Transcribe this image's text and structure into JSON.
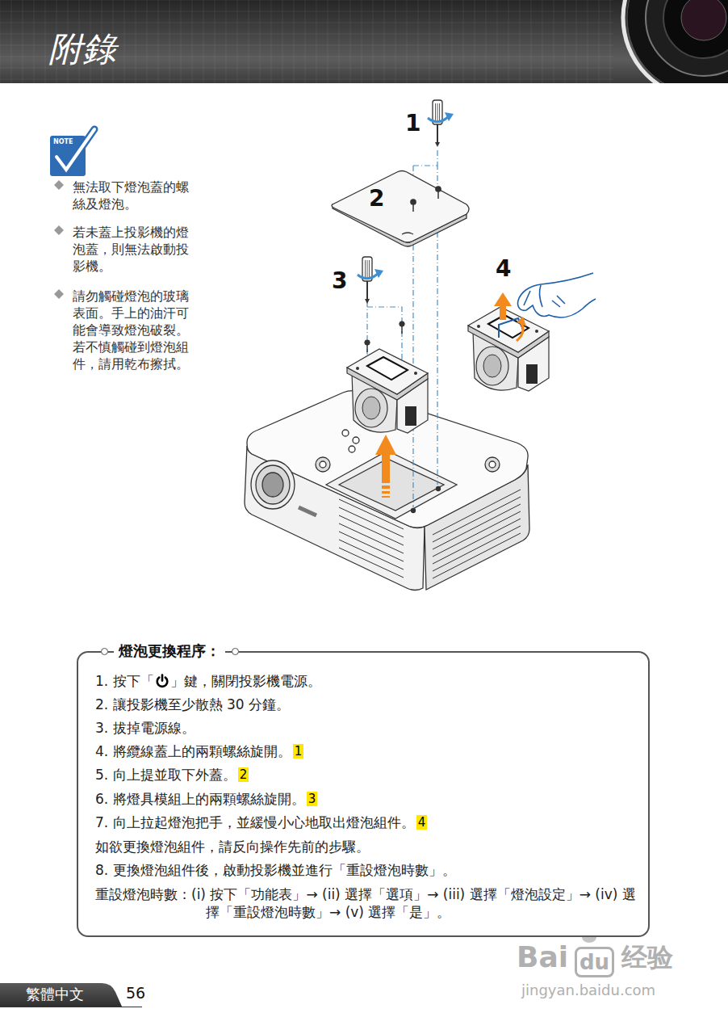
{
  "diagram": {
    "nodes": [
      {
        "text": [
          "附錄"
        ]
      },
      {
        "text": [
          "燈泡更換程序：",
          "1. 按下「",
          "」鍵，關閉投影機電源。",
          "2. 讓投影機至少散熱 30 分鐘。",
          "3. 拔掉電源線。",
          "4. 將纜線蓋上的兩顆螺絲旋開。",
          "5. 向上提並取下外蓋。",
          "6. 將燈具模組上的兩顆螺絲旋開。",
          "7. 向上拉起燈泡把手，並緩慢小心地取出燈泡組件。",
          "如欲更換燈泡組件，請反向操作先前的步驟。",
          "8. 更換燈泡組件後，啟動投影機並進行「重設燈泡時數」。",
          "重設燈泡時數：(i) 按下「功能表」→ (ii) 選擇「選項」→ (iii) 選擇「燈泡設定」→ (iv) 選擇「重設燈泡時數」→ (v) 選擇「是」。"
        ]
      },
      {
        "text": [
          "繁體中文"
        ]
      }
    ],
    "labels": [
      "1",
      "2",
      "3",
      "4",
      "NOTE",
      "無法取下燈泡蓋的螺絲及燈泡。",
      "若未蓋上投影機的燈泡蓋，則無法啟動投影機。",
      "請勿觸碰燈泡的玻璃表面。手上的油汗可能會導致燈泡破裂。若不慎觸碰到燈泡組件，請用乾布擦拭。",
      "1",
      "2",
      "3",
      "4",
      "56",
      "Bai",
      "du",
      "经验",
      "jingyan.baidu.com"
    ]
  }
}
